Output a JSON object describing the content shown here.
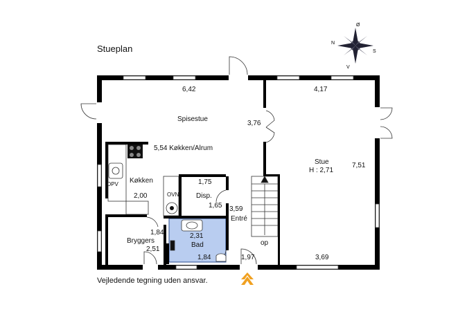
{
  "title": "Stueplan",
  "disclaimer": "Vejledende tegning uden ansvar.",
  "compass": {
    "n": "Ø",
    "w": "N",
    "e": "S",
    "s": "V"
  },
  "rooms": {
    "spisestue": "Spisestue",
    "koekken_alrum": "5,54  Køkken/Alrum",
    "koekken": "Køkken",
    "stue": "Stue",
    "stue_height": "H : 2,71",
    "disp": "Disp.",
    "entre": "Entré",
    "bad": "Bad",
    "bryggers": "Bryggers",
    "ovn": "OVN",
    "opv": "OPV",
    "op": "op"
  },
  "dimensions": {
    "d642": "6,42",
    "d417": "4,17",
    "d376": "3,76",
    "d751": "7,51",
    "d200": "2,00",
    "d175": "1,75",
    "d165": "1,65",
    "d359": "3,59",
    "d184a": "1,84",
    "d231": "2,31",
    "d251": "2,51",
    "d184b": "1,84",
    "d197": "1,97",
    "d369": "3,69"
  },
  "colors": {
    "wall": "#000000",
    "bath": "#b9cdf0",
    "entrance_arrow": "#f0a020"
  }
}
